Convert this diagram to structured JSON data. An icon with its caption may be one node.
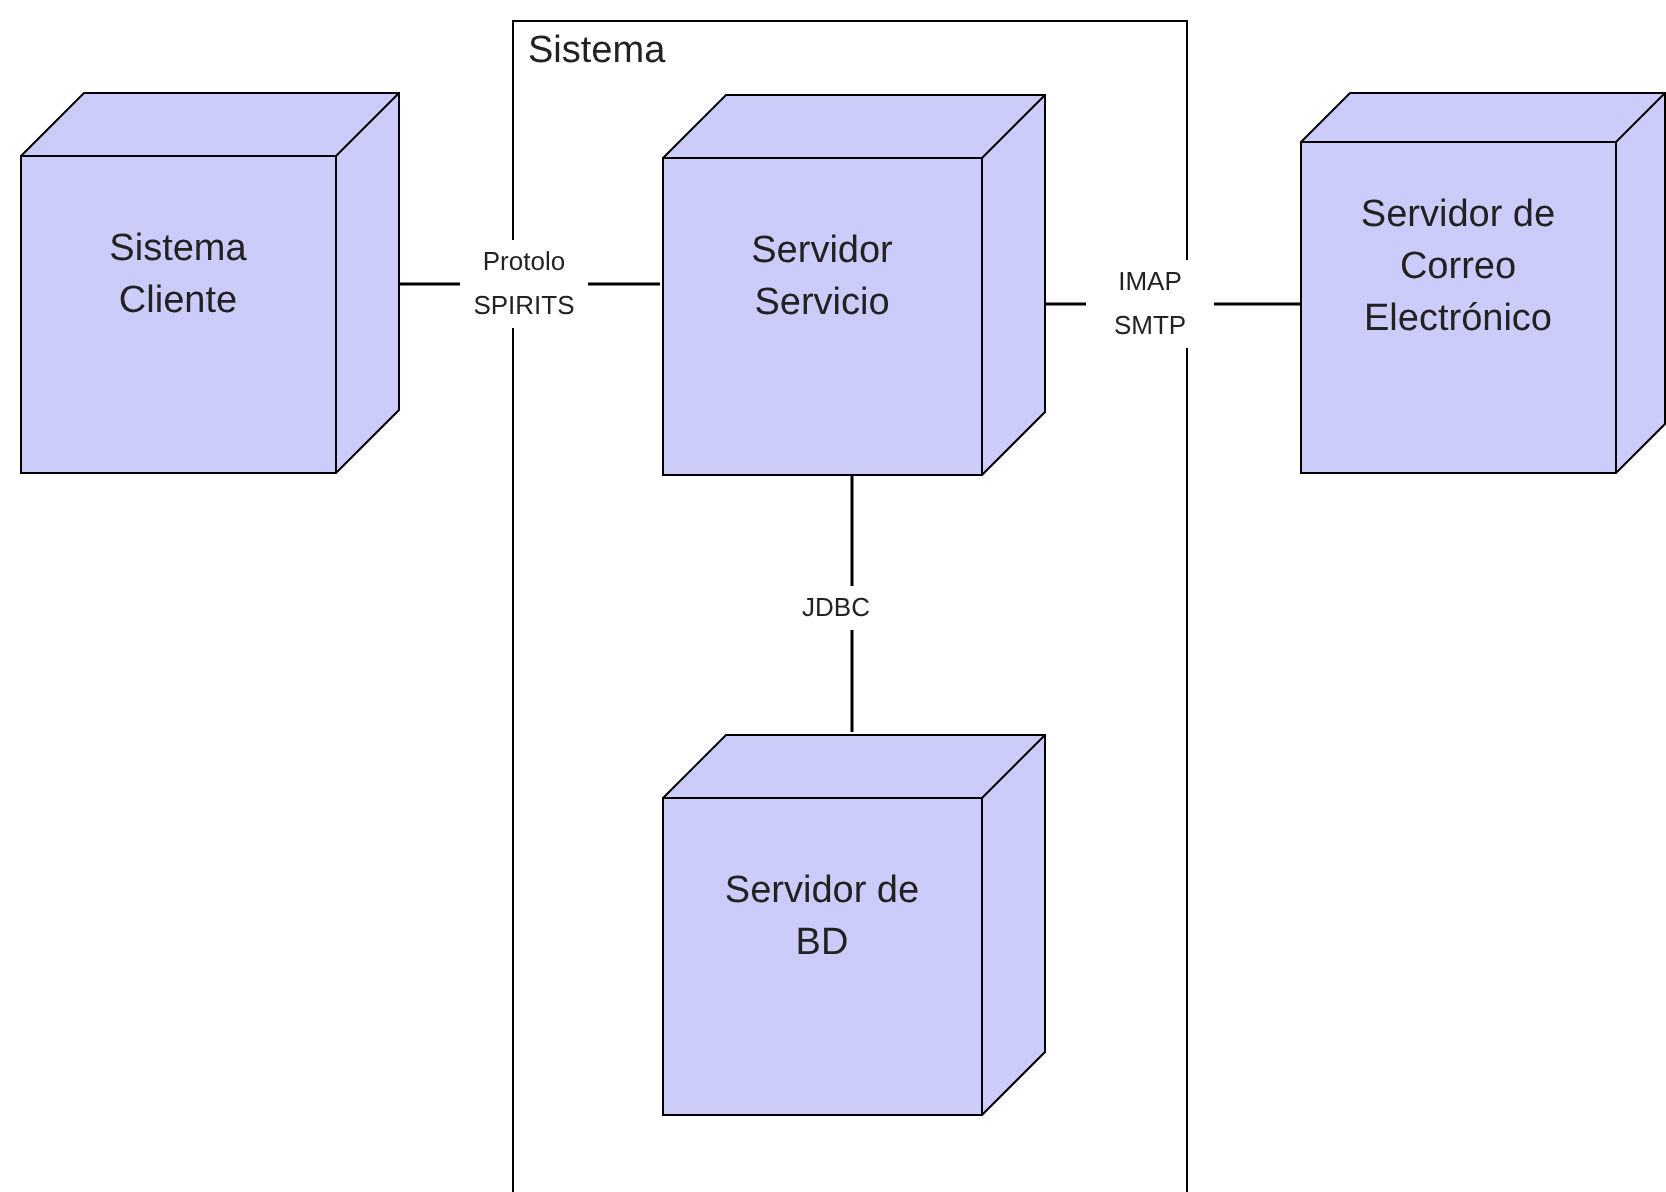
{
  "diagram": {
    "nodes": [
      {
        "text": [
          "Sistema"
        ]
      },
      {
        "text": [
          "Sistema Cliente"
        ]
      },
      {
        "text": [
          "Servidor Servicio"
        ],
        "in": 0
      },
      {
        "text": [
          "Servidor de Correo Electrónico"
        ]
      },
      {
        "text": [
          "Servidor de BD"
        ],
        "in": 0
      }
    ],
    "edges": [
      {
        "from": 1,
        "to": 2,
        "arrow": "none",
        "label": "Protolo SPIRITS"
      },
      {
        "from": 2,
        "to": 3,
        "arrow": "none",
        "label": "IMAP SMTP"
      },
      {
        "from": 2,
        "to": 4,
        "arrow": "none",
        "label": "JDBC"
      }
    ]
  }
}
